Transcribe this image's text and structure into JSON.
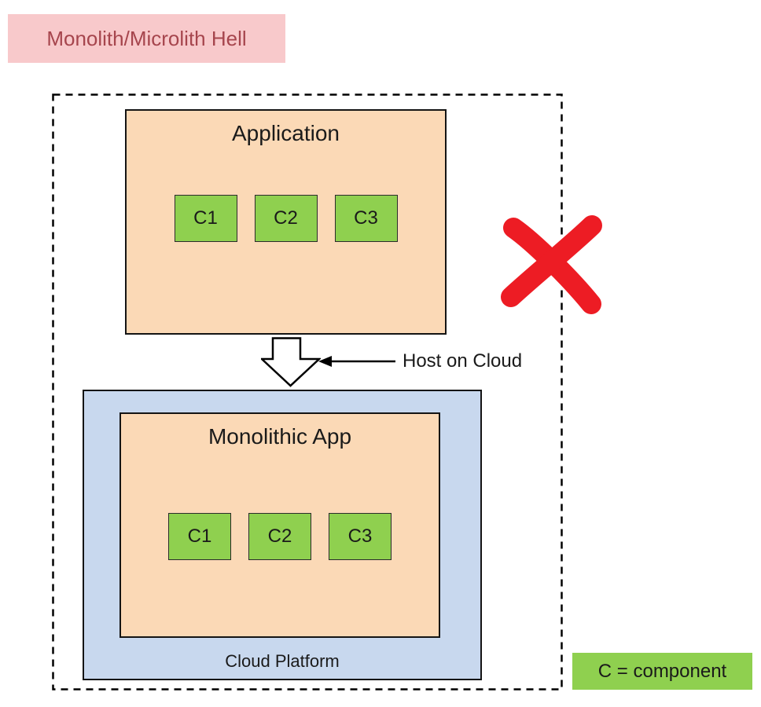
{
  "banner": {
    "label": "Monolith/Microlith Hell",
    "bg_color": "#f8c9cb",
    "text_color": "#a6454d"
  },
  "application": {
    "title": "Application",
    "components": [
      "C1",
      "C2",
      "C3"
    ],
    "fill_color": "#fbd9b6"
  },
  "transition": {
    "label": "Host on Cloud"
  },
  "rejection": {
    "icon": "x-mark-icon",
    "color": "#ed1c24"
  },
  "cloud": {
    "title": "Cloud Platform",
    "fill_color": "#c8d8ee",
    "app": {
      "title": "Monolithic App",
      "components": [
        "C1",
        "C2",
        "C3"
      ],
      "fill_color": "#fbd9b6"
    }
  },
  "legend": {
    "label": "C = component",
    "bg_color": "#8fd04f"
  }
}
